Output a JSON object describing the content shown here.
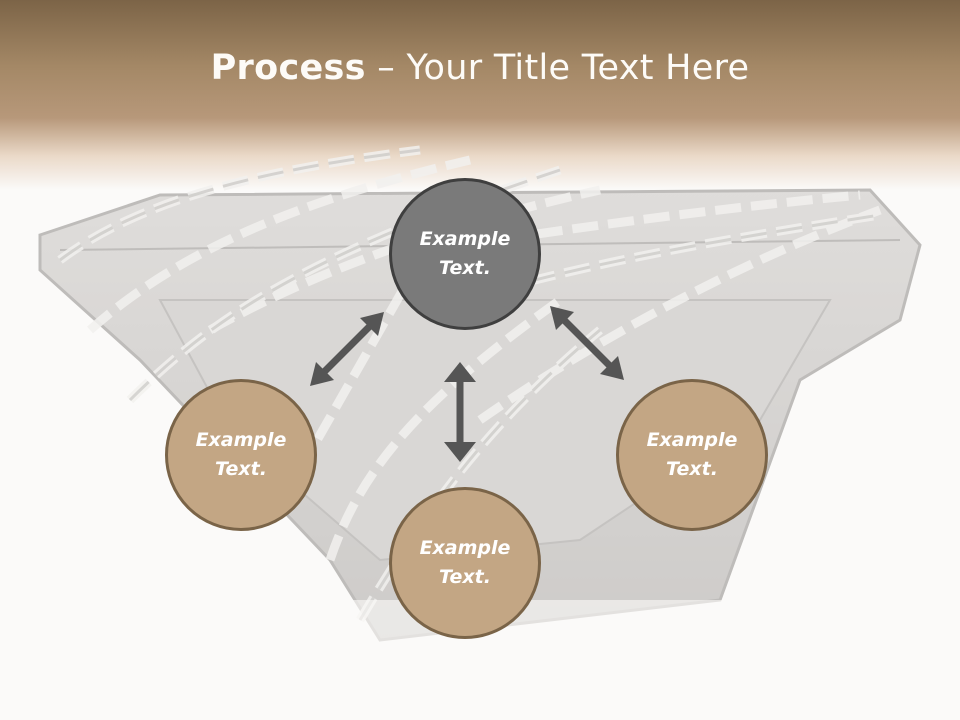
{
  "slide": {
    "title_bold": "Process",
    "title_rest": " – Your Title Text Here"
  },
  "nodes": {
    "top": {
      "line1": "Example",
      "line2": "Text."
    },
    "left": {
      "line1": "Example",
      "line2": "Text."
    },
    "bottom": {
      "line1": "Example",
      "line2": "Text."
    },
    "right": {
      "line1": "Example",
      "line2": "Text."
    }
  },
  "colors": {
    "header_brown": "#7c6447",
    "circle_gray": "#7a7a7a",
    "circle_tan": "#c3a684",
    "arrow": "#555555"
  }
}
